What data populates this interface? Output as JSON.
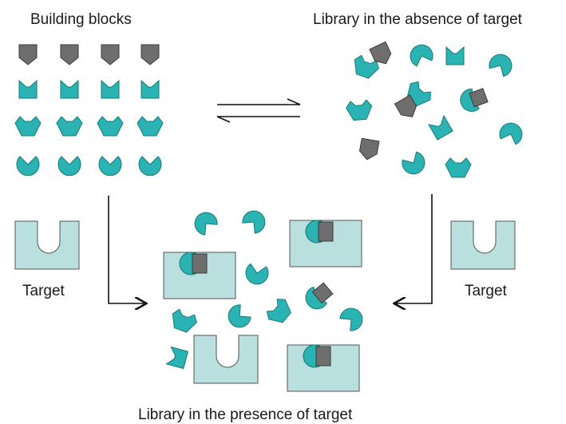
{
  "labels": {
    "building_blocks": "Building blocks",
    "library_absent": "Library in the absence of target",
    "library_present": "Library in the presence of target",
    "target_left": "Target",
    "target_right": "Target"
  },
  "colors": {
    "teal": "#2bb3b3",
    "teal_stroke": "#147a7a",
    "gray": "#6e6e6e",
    "gray_stroke": "#3a3a3a",
    "target_fill": "#b9e0de",
    "target_stroke": "#555555",
    "arrow": "#111111"
  },
  "icons": {
    "equilibrium": "double-half-arrow",
    "pathway": "elbow-arrow"
  }
}
